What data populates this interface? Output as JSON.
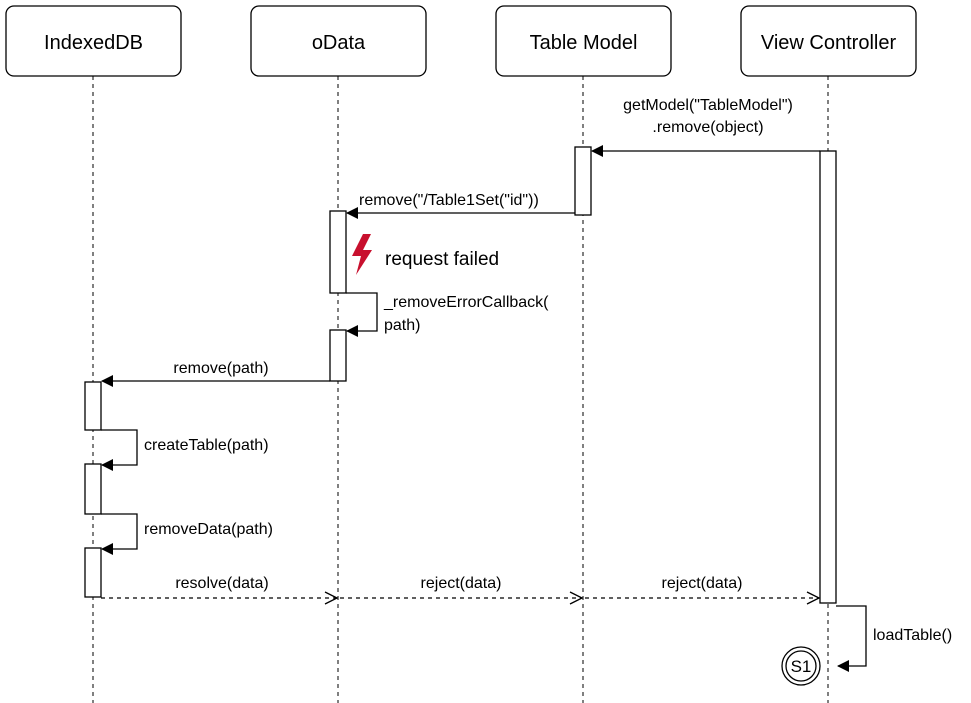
{
  "participants": [
    {
      "name": "IndexedDB"
    },
    {
      "name": "oData"
    },
    {
      "name": "Table Model"
    },
    {
      "name": "View Controller"
    }
  ],
  "messages": {
    "get_model_line1": "getModel(\"TableModel\")",
    "get_model_line2": ".remove(object)",
    "remove_table": "remove(\"/Table1Set(\"id\"))",
    "request_failed": "request failed",
    "remove_error_line1": "_removeErrorCallback(",
    "remove_error_line2": "path)",
    "remove_path": "remove(path)",
    "create_table": "createTable(path)",
    "remove_data": "removeData(path)",
    "resolve": "resolve(data)",
    "reject_1": "reject(data)",
    "reject_2": "reject(data)",
    "load_table": "loadTable()"
  },
  "state_marker": "S1",
  "colors": {
    "line": "#000000",
    "background": "#ffffff",
    "error": "#c8102e"
  }
}
